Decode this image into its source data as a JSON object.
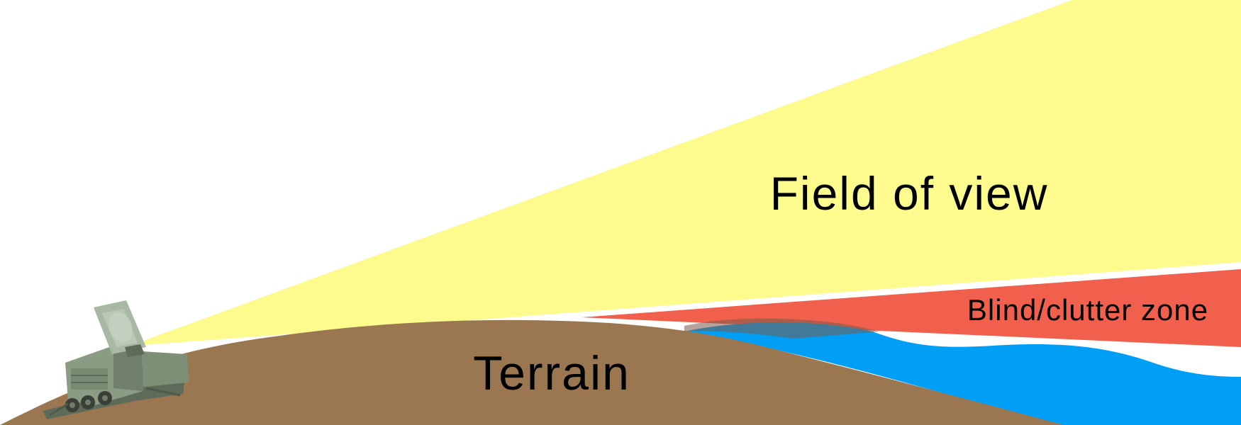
{
  "labels": {
    "field_of_view": "Field of view",
    "blind_zone": "Blind/clutter zone",
    "terrain": "Terrain"
  },
  "colors": {
    "background": "#ffffff",
    "field_of_view": "#fdfb8e",
    "blind_zone": "#f0604c",
    "target_region": "#009ff5",
    "terrain": "#9a7651",
    "radar_body": "#8a9c84",
    "label_text": "#000000"
  },
  "icons": {
    "radar": "radar-truck-icon"
  }
}
